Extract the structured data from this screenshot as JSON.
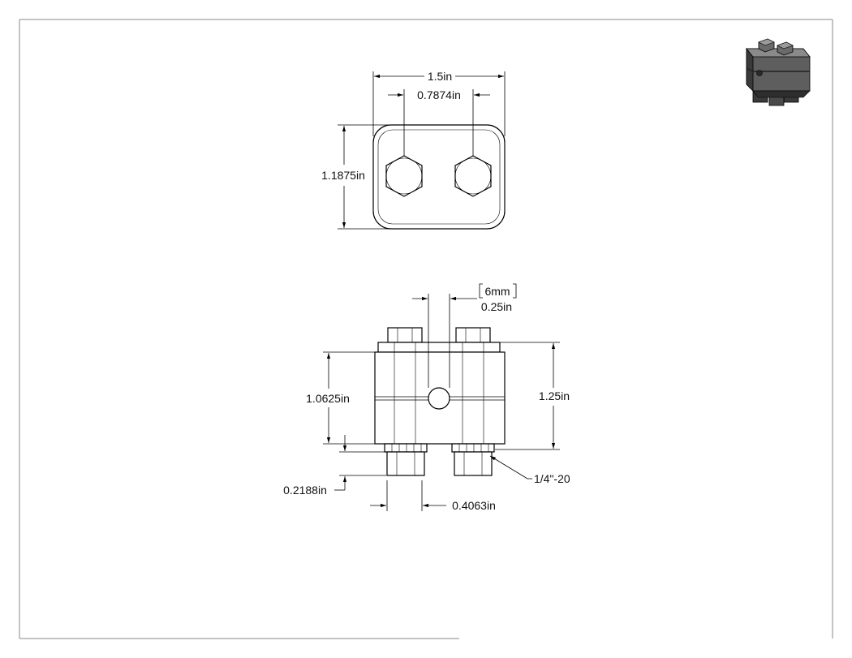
{
  "drawing": {
    "top_view": {
      "overall_width": "1.5in",
      "bolt_spacing": "0.7874in",
      "overall_depth": "1.1875in"
    },
    "front_view": {
      "hole_diameter_metric": "6mm",
      "hole_diameter": "0.25in",
      "overall_height": "1.25in",
      "body_height": "1.0625in",
      "nut_height": "0.2188in",
      "nut_offset": "0.4063in",
      "thread_callout": "1/4\"-20"
    }
  },
  "colors": {
    "line": "#000000",
    "border": "#888888",
    "iso_dark": "#3a3a3a",
    "iso_mid": "#5e5e5e",
    "iso_light": "#8a8a8a"
  }
}
